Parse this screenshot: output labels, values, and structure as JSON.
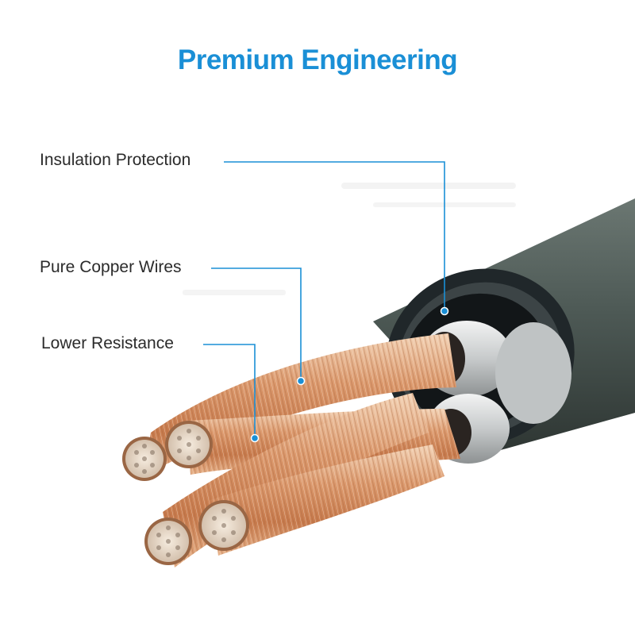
{
  "title": "Premium Engineering",
  "callouts": [
    {
      "label": "Insulation Protection",
      "icon": "insulation-callout"
    },
    {
      "label": "Pure Copper Wires",
      "icon": "copper-callout"
    },
    {
      "label": "Lower Resistance",
      "icon": "resistance-callout"
    }
  ],
  "colors": {
    "accent": "#1a8fd6",
    "jacket": "#4a5551",
    "copper": "#d7926a",
    "sleeve": "#c9cccd",
    "text": "#2b2b2b"
  }
}
